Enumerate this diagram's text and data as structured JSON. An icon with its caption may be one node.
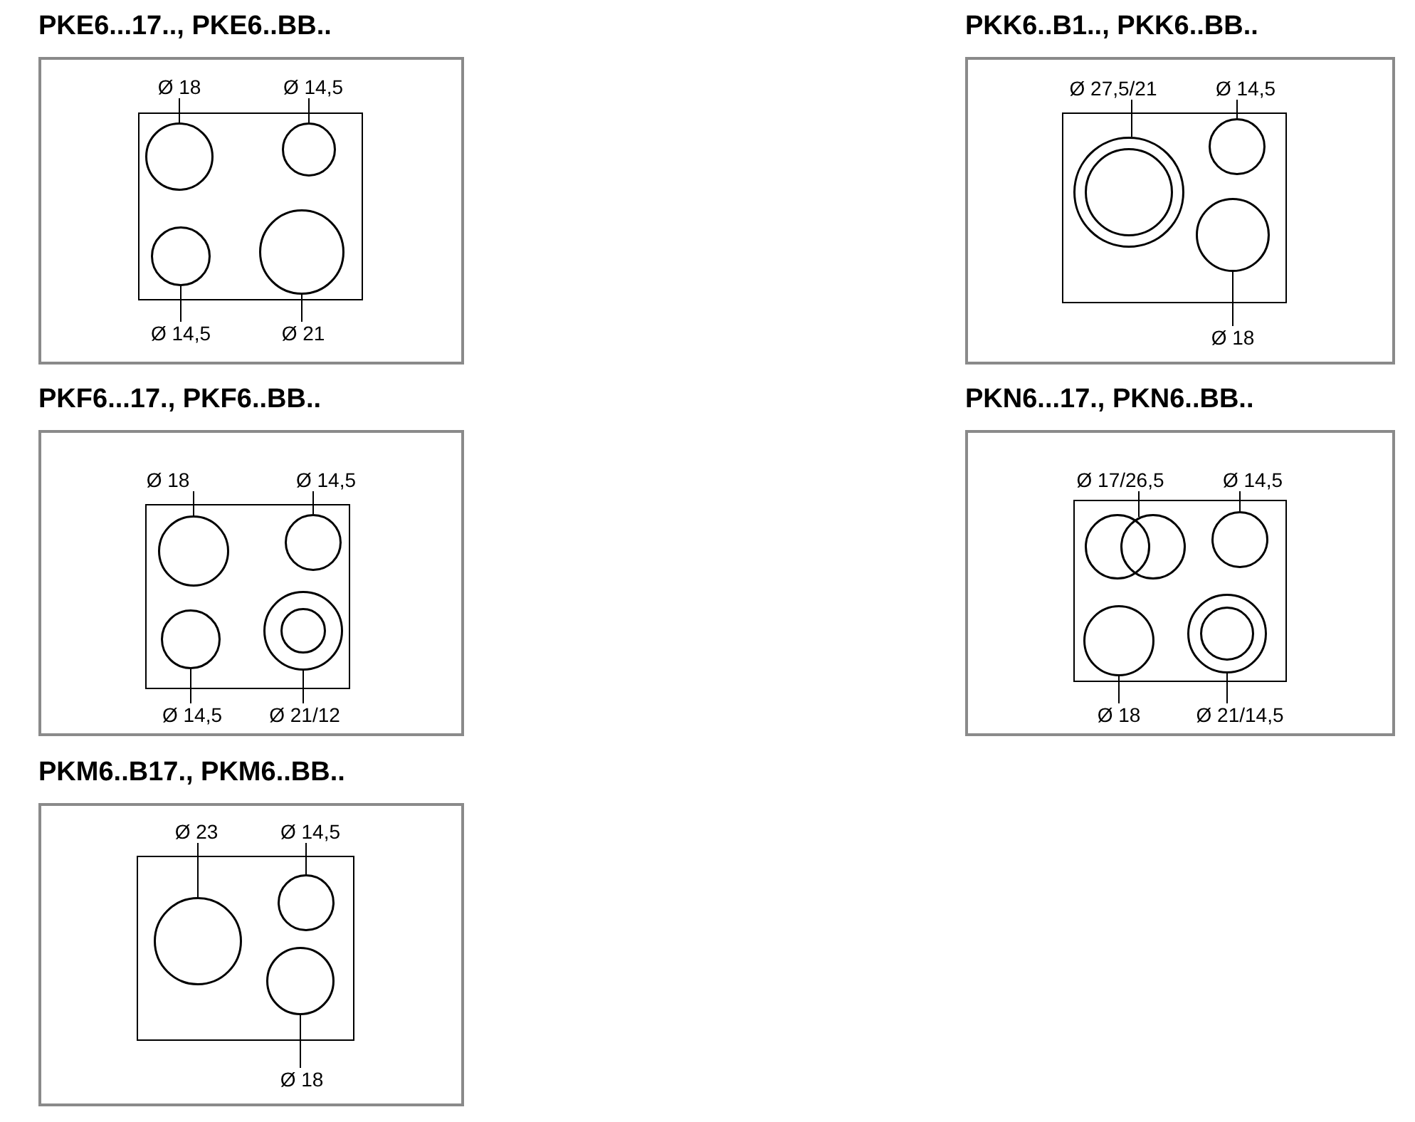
{
  "diagram": {
    "nodes": [
      {
        "text": [
          "PKE6...17.., PKE6..BB.."
        ]
      },
      {
        "text": [],
        "shape": "box",
        "in": 0
      },
      {
        "text": [],
        "shape": "circle",
        "in": 1
      },
      {
        "text": [],
        "shape": "circle",
        "in": 1
      },
      {
        "text": [],
        "shape": "circle",
        "in": 1
      },
      {
        "text": [],
        "shape": "circle",
        "in": 1
      },
      {
        "text": [
          "Ø 18"
        ],
        "in": 0
      },
      {
        "text": [
          "Ø 14,5"
        ],
        "in": 0
      },
      {
        "text": [
          "Ø 14,5"
        ],
        "in": 0
      },
      {
        "text": [
          "Ø 21"
        ],
        "in": 0
      },
      {
        "text": [
          "PKK6..B1.., PKK6..BB.."
        ]
      },
      {
        "text": [],
        "shape": "box",
        "in": 10
      },
      {
        "text": [],
        "shape": "circle",
        "in": 11
      },
      {
        "text": [],
        "shape": "circle",
        "in": 11
      },
      {
        "text": [],
        "shape": "circle",
        "in": 11
      },
      {
        "text": [
          "Ø 27,5/21"
        ],
        "in": 10
      },
      {
        "text": [
          "Ø 14,5"
        ],
        "in": 10
      },
      {
        "text": [
          "Ø 18"
        ],
        "in": 10
      },
      {
        "text": [
          "PKF6...17., PKF6..BB.."
        ]
      },
      {
        "text": [],
        "shape": "box",
        "in": 18
      },
      {
        "text": [],
        "shape": "circle",
        "in": 19
      },
      {
        "text": [],
        "shape": "circle",
        "in": 19
      },
      {
        "text": [],
        "shape": "circle",
        "in": 19
      },
      {
        "text": [],
        "shape": "circle",
        "in": 19
      },
      {
        "text": [
          "Ø 18"
        ],
        "in": 18
      },
      {
        "text": [
          "Ø 14,5"
        ],
        "in": 18
      },
      {
        "text": [
          "Ø 14,5"
        ],
        "in": 18
      },
      {
        "text": [
          "Ø 21/12"
        ],
        "in": 18
      },
      {
        "text": [
          "PKN6...17., PKN6..BB.."
        ]
      },
      {
        "text": [],
        "shape": "box",
        "in": 28
      },
      {
        "text": [],
        "shape": "circle",
        "in": 29
      },
      {
        "text": [],
        "shape": "circle",
        "in": 29
      },
      {
        "text": [],
        "shape": "circle",
        "in": 29
      },
      {
        "text": [],
        "shape": "circle",
        "in": 29
      },
      {
        "text": [
          "Ø 17/26,5"
        ],
        "in": 28
      },
      {
        "text": [
          "Ø 14,5"
        ],
        "in": 28
      },
      {
        "text": [
          "Ø 18"
        ],
        "in": 28
      },
      {
        "text": [
          "Ø 21/14,5"
        ],
        "in": 28
      },
      {
        "text": [
          "PKM6..B17., PKM6..BB.."
        ]
      },
      {
        "text": [],
        "shape": "box",
        "in": 38
      },
      {
        "text": [],
        "shape": "circle",
        "in": 39
      },
      {
        "text": [],
        "shape": "circle",
        "in": 39
      },
      {
        "text": [],
        "shape": "circle",
        "in": 39
      },
      {
        "text": [
          "Ø 23"
        ],
        "in": 38
      },
      {
        "text": [
          "Ø 14,5"
        ],
        "in": 38
      },
      {
        "text": [
          "Ø 18"
        ],
        "in": 38
      }
    ],
    "edges": [
      {
        "from": 6,
        "to": 2,
        "arrow": "none"
      },
      {
        "from": 7,
        "to": 3,
        "arrow": "none"
      },
      {
        "from": 8,
        "to": 4,
        "arrow": "none"
      },
      {
        "from": 9,
        "to": 5,
        "arrow": "none"
      },
      {
        "from": 15,
        "to": 12,
        "arrow": "none"
      },
      {
        "from": 16,
        "to": 13,
        "arrow": "none"
      },
      {
        "from": 17,
        "to": 14,
        "arrow": "none"
      },
      {
        "from": 24,
        "to": 20,
        "arrow": "none"
      },
      {
        "from": 25,
        "to": 21,
        "arrow": "none"
      },
      {
        "from": 26,
        "to": 22,
        "arrow": "none"
      },
      {
        "from": 27,
        "to": 23,
        "arrow": "none"
      },
      {
        "from": 34,
        "to": 30,
        "arrow": "none"
      },
      {
        "from": 35,
        "to": 31,
        "arrow": "none"
      },
      {
        "from": 36,
        "to": 32,
        "arrow": "none"
      },
      {
        "from": 37,
        "to": 33,
        "arrow": "none"
      },
      {
        "from": 43,
        "to": 40,
        "arrow": "none"
      },
      {
        "from": 44,
        "to": 41,
        "arrow": "none"
      },
      {
        "from": 45,
        "to": 42,
        "arrow": "none"
      }
    ]
  }
}
